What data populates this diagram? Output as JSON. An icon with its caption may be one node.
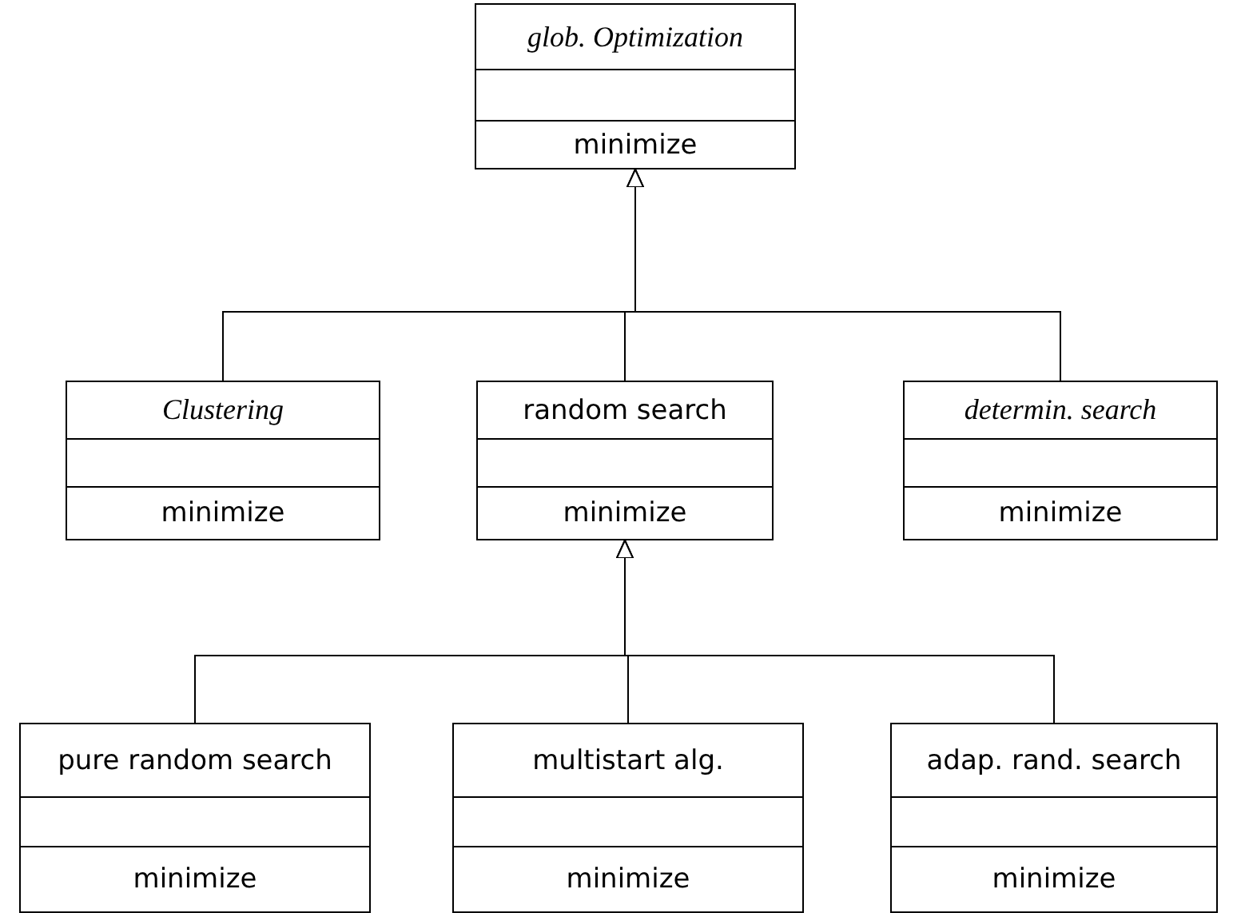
{
  "diagram": {
    "nodes": [
      {
        "text": [
          "glob. Optimization",
          "minimize"
        ]
      },
      {
        "text": [
          "Clustering",
          "minimize"
        ]
      },
      {
        "text": [
          "random search",
          "minimize"
        ]
      },
      {
        "text": [
          "determin. search",
          "minimize"
        ]
      },
      {
        "text": [
          "pure random search",
          "minimize"
        ]
      },
      {
        "text": [
          "multistart alg.",
          "minimize"
        ]
      },
      {
        "text": [
          "adap. rand. search",
          "minimize"
        ]
      }
    ],
    "edges": [
      {
        "from": 1,
        "to": 0,
        "arrow": "to"
      },
      {
        "from": 2,
        "to": 0,
        "arrow": "to"
      },
      {
        "from": 3,
        "to": 0,
        "arrow": "to"
      },
      {
        "from": 4,
        "to": 2,
        "arrow": "to"
      },
      {
        "from": 5,
        "to": 2,
        "arrow": "to"
      },
      {
        "from": 6,
        "to": 2,
        "arrow": "to"
      }
    ]
  }
}
